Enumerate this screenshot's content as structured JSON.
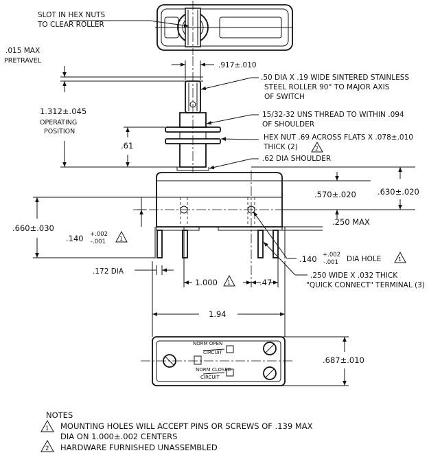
{
  "labels": {
    "slot": [
      "SLOT IN HEX NUTS",
      "TO CLEAR ROLLER"
    ],
    "max015": ".015 MAX",
    "pretravel": "PRETRAVEL",
    "d917": ".917±.010",
    "roller": [
      ".50 DIA X .19 WIDE SINTERED STAINLESS",
      "STEEL ROLLER 90° TO MAJOR AXIS",
      "OF SWITCH"
    ],
    "d1312": "1.312±.045",
    "operating": [
      "OPERATING",
      "POSITION"
    ],
    "thread": [
      "15/32-32 UNS THREAD TO WITHIN .094",
      "OF SHOULDER"
    ],
    "d61": ".61",
    "hexnut": [
      "HEX NUT .69 ACROSS FLATS X .078±.010",
      "THICK (2)"
    ],
    "shoulder": ".62 DIA SHOULDER",
    "d570": ".570±.020",
    "d630": ".630±.020",
    "d660": ".660±.030",
    "d140a": ".140",
    "tol_plus": "+.002",
    "tol_minus": "-.001",
    "max250": ".250 MAX",
    "d140b": ".140",
    "dia_hole": "DIA HOLE",
    "d172": ".172 DIA",
    "d1000": "1.000",
    "d47": ".47",
    "terminal": [
      ".250 WIDE X .032 THICK",
      "\"QUICK CONNECT\" TERMINAL (3)"
    ],
    "d194": "1.94",
    "norm_open": [
      "NORM OPEN",
      "CIRCUIT"
    ],
    "norm_closed": [
      "NORM CLOSED",
      "CIRCUIT"
    ],
    "d687": ".687±.010"
  },
  "notes": {
    "title": "NOTES",
    "n1_num": "1",
    "n1": [
      "MOUNTING HOLES WILL ACCEPT PINS OR SCREWS OF .139 MAX",
      "DIA ON 1.000±.002 CENTERS"
    ],
    "n2_num": "2",
    "n2": "HARDWARE FURNISHED UNASSEMBLED"
  }
}
